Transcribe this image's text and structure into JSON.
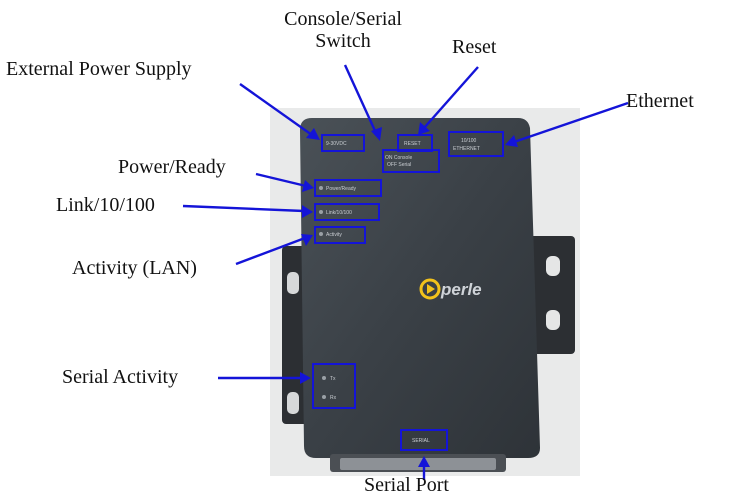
{
  "callouts": {
    "console_serial_switch": "Console/Serial\nSwitch",
    "reset": "Reset",
    "external_power": "External Power Supply",
    "ethernet": "Ethernet",
    "power_ready": "Power/Ready",
    "link": "Link/10/100",
    "activity_lan": "Activity (LAN)",
    "serial_activity": "Serial Activity",
    "serial_port": "Serial Port"
  },
  "device": {
    "brand": "perle",
    "labels": {
      "power_in": "9-30VDC",
      "switch_on": "ON Console",
      "switch_off": "OFF Serial",
      "reset": "RESET",
      "ethernet_1": "10/100",
      "ethernet_2": "ETHERNET",
      "power_ready": "Power/Ready",
      "link": "Link/10/100",
      "activity": "Activity",
      "tx": "Tx",
      "rx": "Rx",
      "serial": "SERIAL"
    }
  },
  "colors": {
    "arrow": "#1414d8",
    "device_body": "#3a4046",
    "bracket": "#2c2f33",
    "logo_accent": "#f2c21b"
  }
}
